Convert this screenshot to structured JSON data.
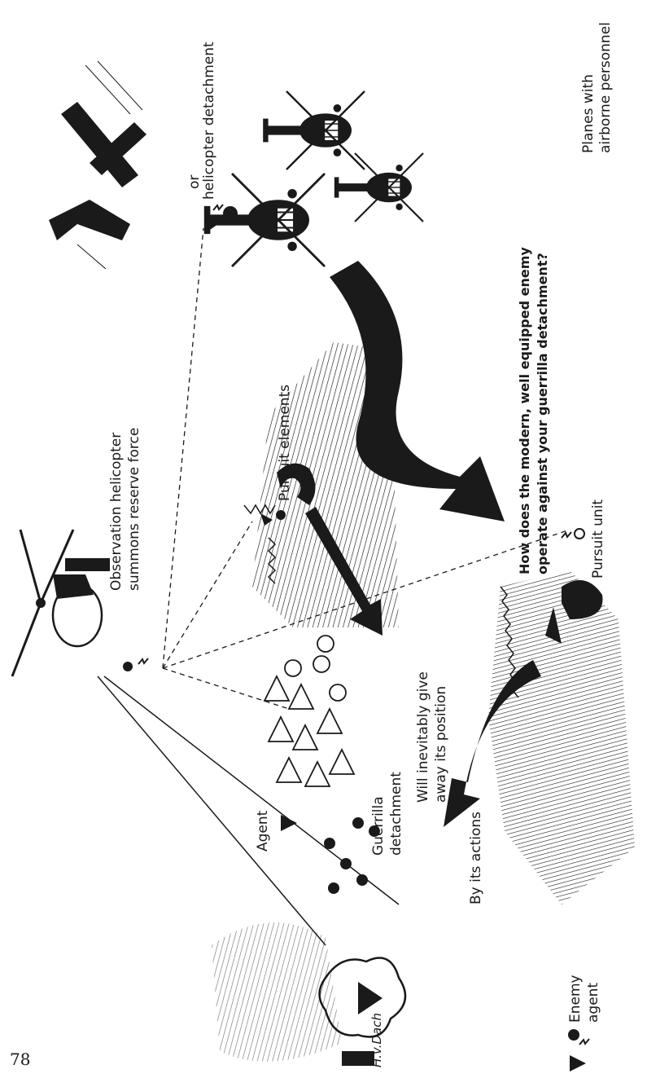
{
  "page_number": "78",
  "labels": {
    "planes_line1": "Planes with",
    "planes_line2": "airborne personnel",
    "or": "or",
    "helicopter_detachment": "helicopter detachment",
    "question_line1": "How does the modern, well equipped enemy",
    "question_line2": "operate against your guerrilla detachment?",
    "obs_line1": "Observation helicopter",
    "obs_line2": "summons reserve force",
    "pursuit_elements": "Pursuit elements",
    "pursuit_unit": "Pursuit unit",
    "give_away_line1": "Will inevitably give",
    "give_away_line2": "away its position",
    "by_its_actions": "By its actions",
    "guerrilla_line1": "Guerrilla",
    "guerrilla_line2": "detachment",
    "agent": "Agent",
    "enemy_agent_line1": "Enemy",
    "enemy_agent_line2": "agent",
    "signature": "H.v.Dach"
  },
  "colors": {
    "ink": "#1a1a1a",
    "paper": "#ffffff"
  }
}
